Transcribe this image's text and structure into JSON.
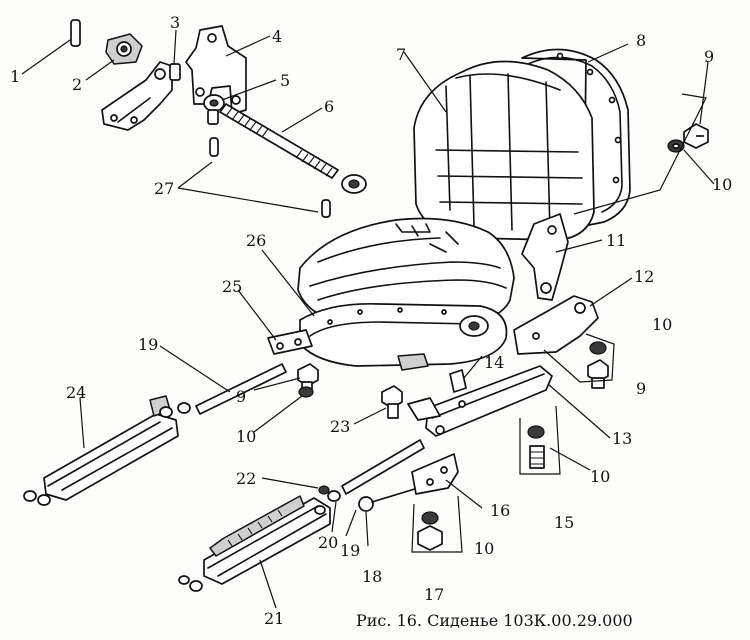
{
  "caption": "Рис. 16. Сиденье 103К.00.29.000",
  "labels": [
    "1",
    "2",
    "3",
    "4",
    "5",
    "6",
    "7",
    "8",
    "9",
    "10",
    "11",
    "12",
    "10",
    "9",
    "14",
    "13",
    "9",
    "10",
    "23",
    "27",
    "26",
    "25",
    "19",
    "24",
    "22",
    "20",
    "19",
    "18",
    "16",
    "10",
    "17",
    "21",
    "10",
    "15"
  ]
}
